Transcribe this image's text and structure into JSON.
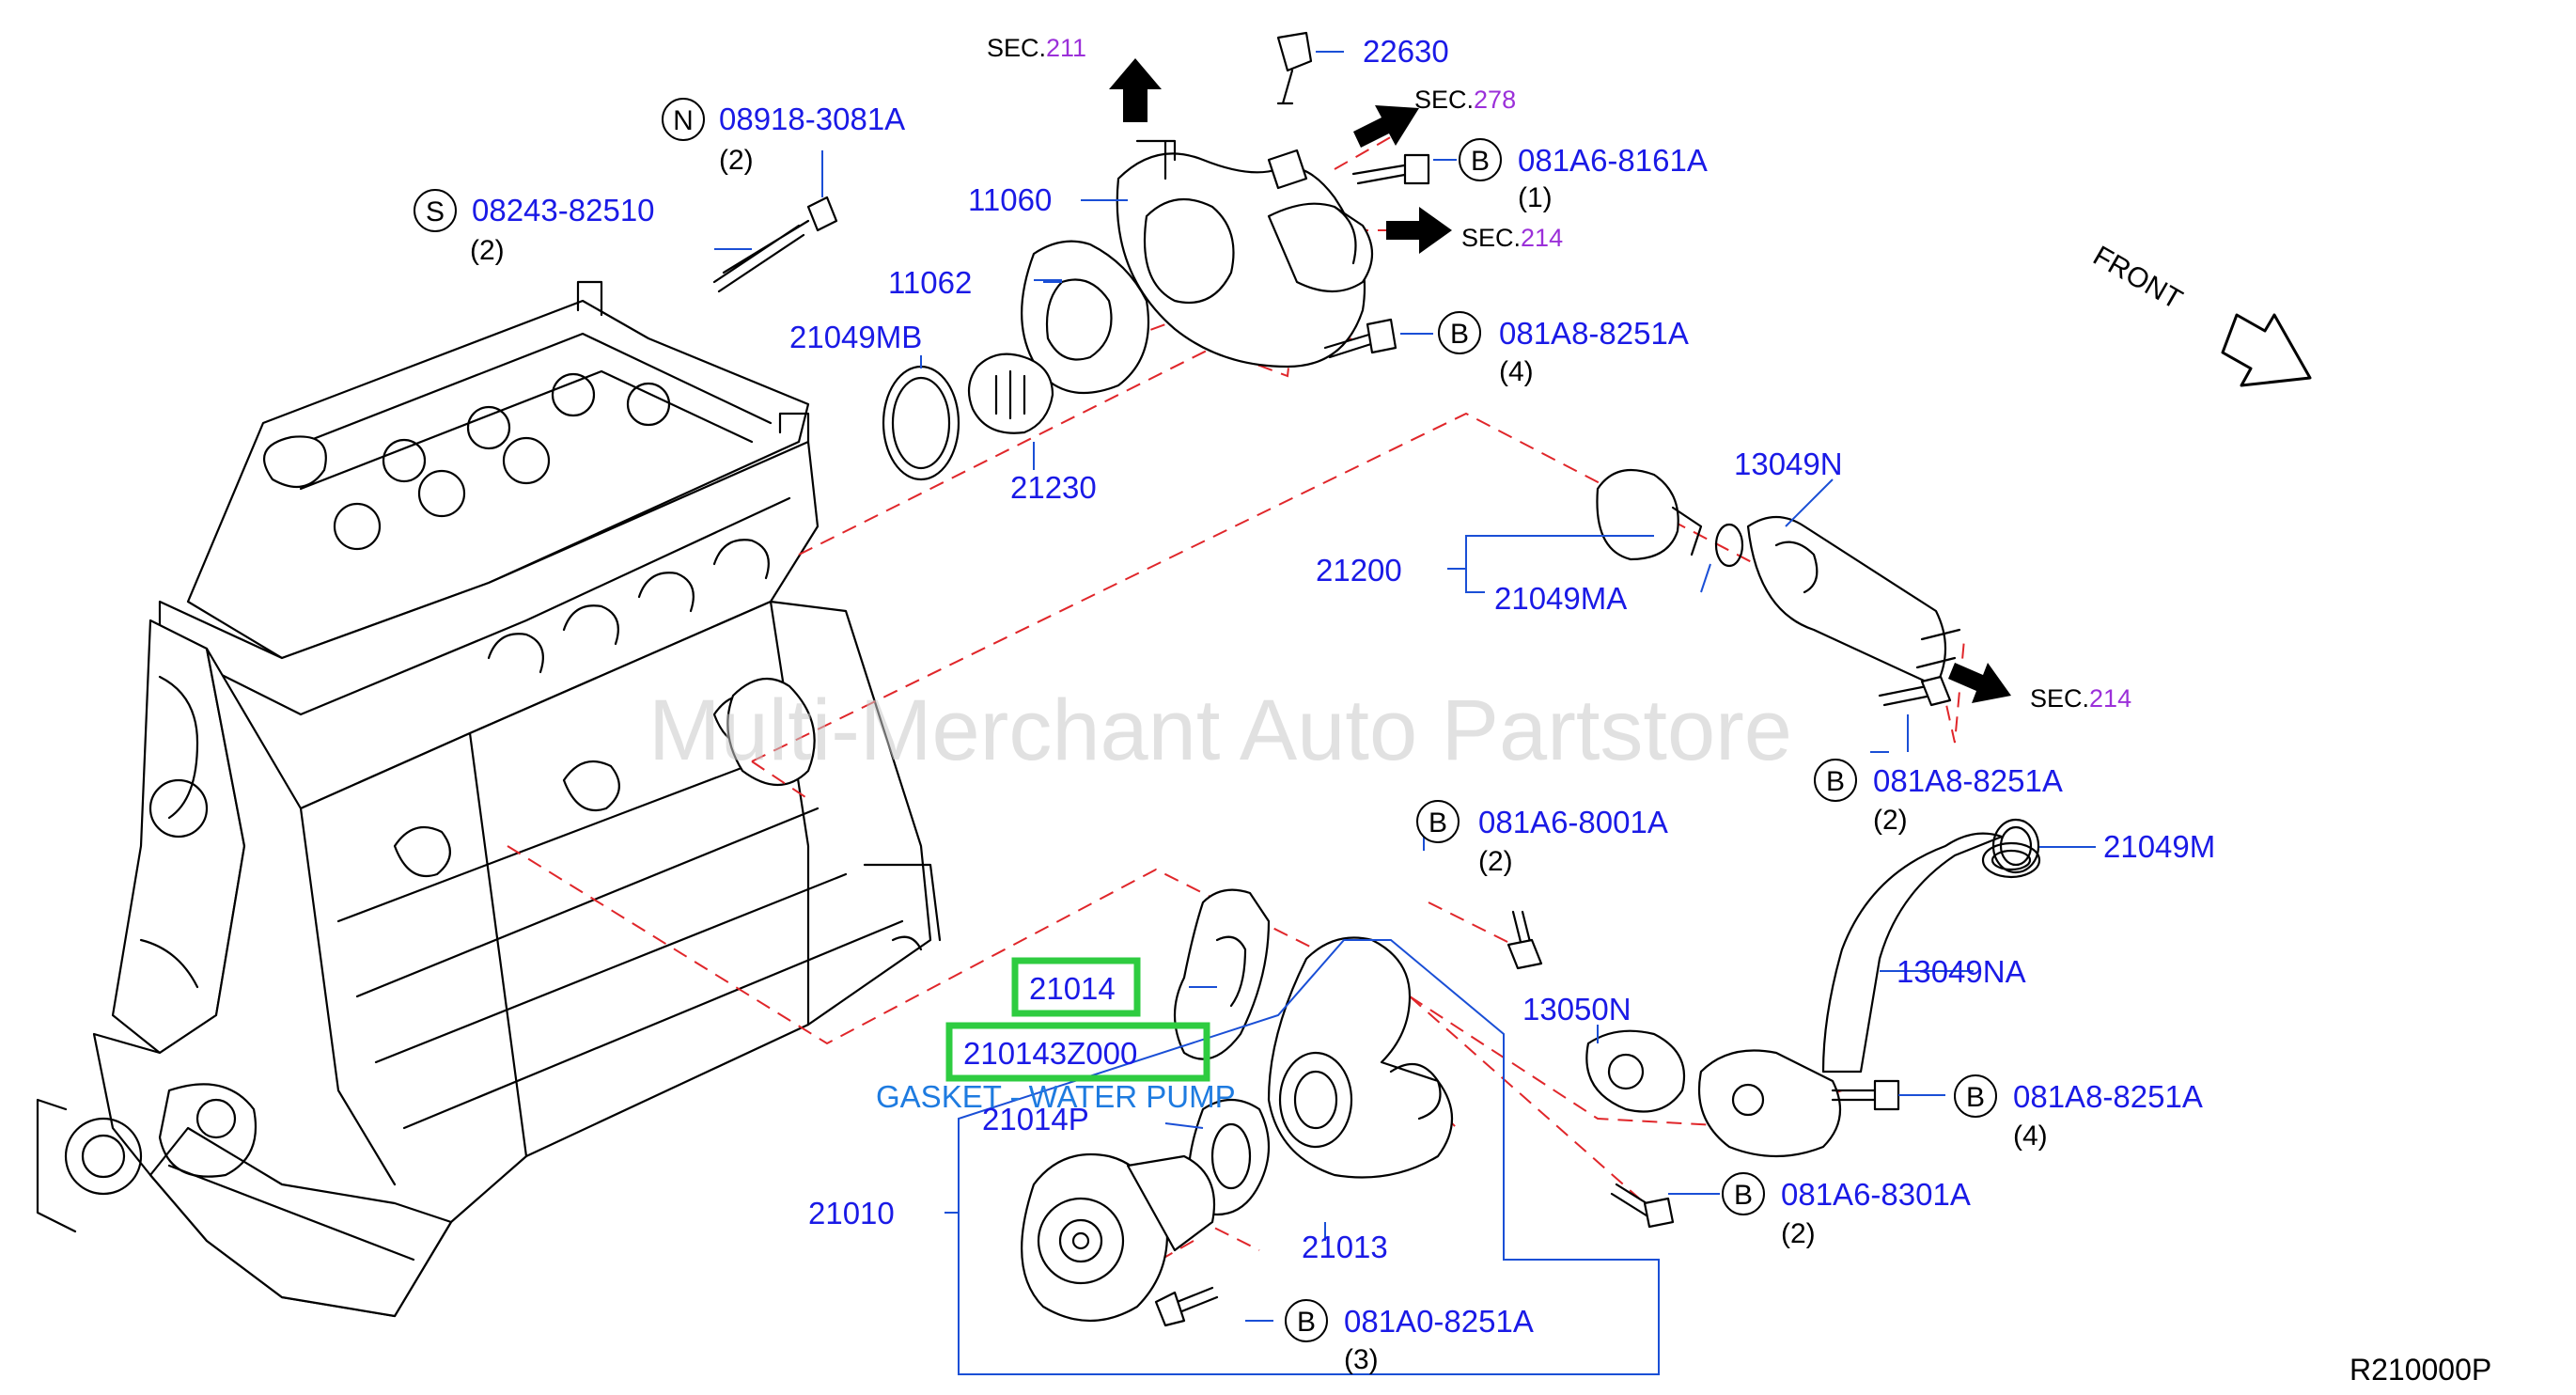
{
  "diagram": {
    "watermark": "Multi-Merchant Auto Partstore",
    "reference_code": "R210000P",
    "front_label": "FRONT",
    "sec_prefix": "SEC.",
    "sections": {
      "s211": "211",
      "s278": "278",
      "s214a": "214",
      "s214b": "214"
    },
    "parts": {
      "p22630": "22630",
      "p11060": "11060",
      "p11062": "11062",
      "p21049MB": "21049MB",
      "p21230": "21230",
      "p13049N": "13049N",
      "p21200": "21200",
      "p21049MA": "21049MA",
      "p21049M": "21049M",
      "p13049NA": "13049NA",
      "p13050N": "13050N",
      "p21014": "21014",
      "p210143Z000": "210143Z000",
      "p21014P": "21014P",
      "p21010": "21010",
      "p21013": "21013"
    },
    "highlight_description": "GASKET - WATER PUMP",
    "fasteners": [
      {
        "prefix": "N",
        "number": "08918-3081A",
        "qty": "(2)"
      },
      {
        "prefix": "S",
        "number": "08243-82510",
        "qty": "(2)"
      },
      {
        "prefix": "B",
        "number": "081A6-8161A",
        "qty": "(1)"
      },
      {
        "prefix": "B",
        "number": "081A8-8251A",
        "qty": "(4)"
      },
      {
        "prefix": "B",
        "number": "081A8-8251A",
        "qty": "(2)"
      },
      {
        "prefix": "B",
        "number": "081A6-8001A",
        "qty": "(2)"
      },
      {
        "prefix": "B",
        "number": "081A8-8251A",
        "qty": "(4)"
      },
      {
        "prefix": "B",
        "number": "081A6-8301A",
        "qty": "(2)"
      },
      {
        "prefix": "B",
        "number": "081A0-8251A",
        "qty": "(3)"
      }
    ],
    "colors": {
      "part_number": "#1a1ae6",
      "section_number": "#9b30d9",
      "highlight_box": "#2ecc40",
      "dashed_guide": "#e0262a",
      "description": "#1e7be0"
    }
  }
}
